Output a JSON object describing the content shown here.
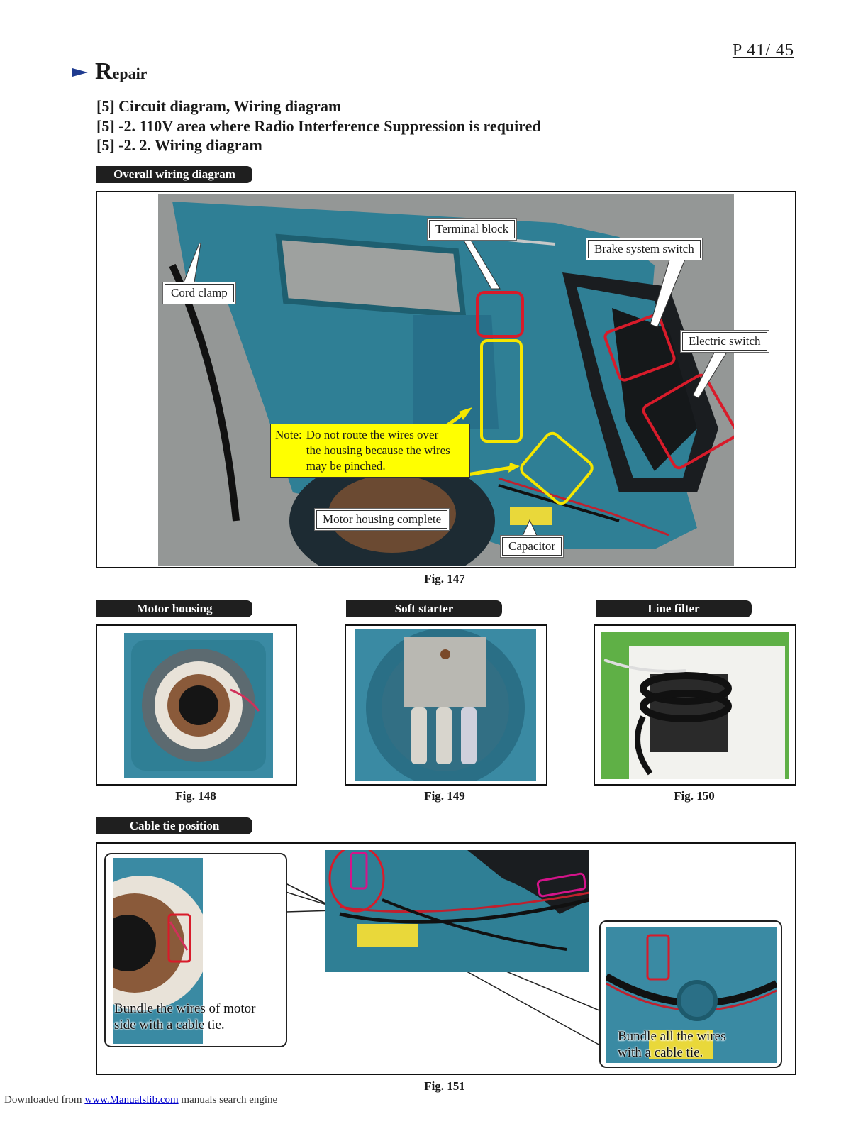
{
  "page_number": "P  41/ 45",
  "section": {
    "initial": "R",
    "rest": "epair"
  },
  "headings": [
    "[5] Circuit diagram, Wiring diagram",
    "[5] -2. 110V area where Radio Interference Suppression is required",
    "[5] -2. 2. Wiring diagram"
  ],
  "tags": {
    "overall": "Overall wiring diagram",
    "motor_housing": "Motor housing",
    "soft_starter": "Soft starter",
    "line_filter": "Line filter",
    "cable_tie": "Cable tie position"
  },
  "callouts": {
    "terminal_block": "Terminal block",
    "brake_switch": "Brake system switch",
    "cord_clamp": "Cord clamp",
    "electric_switch": "Electric switch",
    "motor_housing_complete": "Motor housing complete",
    "capacitor": "Capacitor"
  },
  "note": {
    "label": "Note:",
    "line1": "Do not route the wires over",
    "line2": "the housing because the wires",
    "line3": "may be pinched."
  },
  "captions": {
    "fig147": "Fig. 147",
    "fig148": "Fig. 148",
    "fig149": "Fig. 149",
    "fig150": "Fig. 150",
    "fig151": "Fig. 151"
  },
  "bubbles": {
    "motor_side_line1": "Bundle the wires of motor",
    "motor_side_line2": "side with a cable tie.",
    "all_wires_line1": "Bundle all the wires",
    "all_wires_line2": "with a cable tie."
  },
  "footer": {
    "prefix": "Downloaded from",
    "link": "www.Manualslib.com",
    "suffix": "manuals search engine"
  },
  "colors": {
    "tool_body": "#2f7f95",
    "highlight_red": "#d81b2a",
    "highlight_yellow": "#f5e600",
    "highlight_magenta": "#d4148a",
    "note_bg": "#ffff00",
    "arrow_blue": "#1f3b8f"
  }
}
